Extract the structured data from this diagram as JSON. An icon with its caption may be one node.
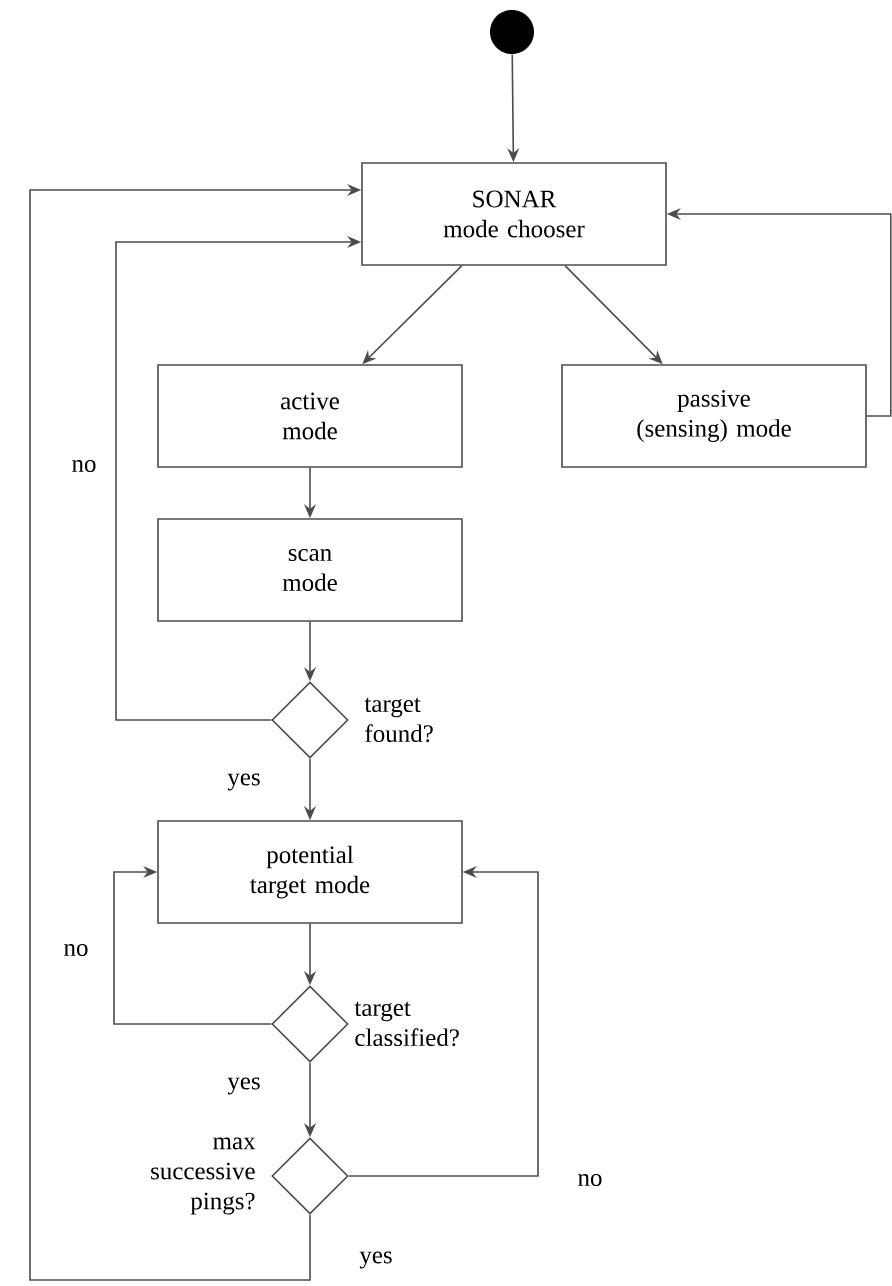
{
  "diagram": {
    "nodes": [
      {
        "text": [],
        "shape": "circle"
      },
      {
        "text": [
          "SONAR",
          "mode chooser"
        ]
      },
      {
        "text": [
          "active mode"
        ]
      },
      {
        "text": [
          "passive (sensing) mode"
        ]
      },
      {
        "text": [
          "scan mode"
        ]
      },
      {
        "text": [],
        "shape": "diamond",
        "beside": [
          "target found?"
        ]
      },
      {
        "text": [
          "potential target mode"
        ]
      },
      {
        "text": [],
        "shape": "diamond",
        "beside": [
          "target classified?"
        ]
      },
      {
        "text": [],
        "shape": "diamond",
        "beside": [
          "max successive pings?"
        ]
      }
    ],
    "edges": [
      {
        "from": 0,
        "to": 1,
        "arrow": "to"
      },
      {
        "from": 1,
        "to": 2,
        "arrow": "to"
      },
      {
        "from": 1,
        "to": 3,
        "arrow": "to"
      },
      {
        "from": 3,
        "to": 1,
        "arrow": "to"
      },
      {
        "from": 2,
        "to": 4,
        "arrow": "to"
      },
      {
        "from": 4,
        "to": 5,
        "arrow": "to"
      },
      {
        "from": 5,
        "to": 1,
        "arrow": "to",
        "label": "no"
      },
      {
        "from": 5,
        "to": 6,
        "arrow": "to",
        "label": "yes"
      },
      {
        "from": 6,
        "to": 7,
        "arrow": "to"
      },
      {
        "from": 7,
        "to": 6,
        "arrow": "to",
        "label": "no"
      },
      {
        "from": 7,
        "to": 8,
        "arrow": "to",
        "label": "yes"
      },
      {
        "from": 8,
        "to": 6,
        "arrow": "to",
        "label": "no"
      },
      {
        "from": 8,
        "to": 1,
        "arrow": "to",
        "label": "yes"
      }
    ]
  }
}
